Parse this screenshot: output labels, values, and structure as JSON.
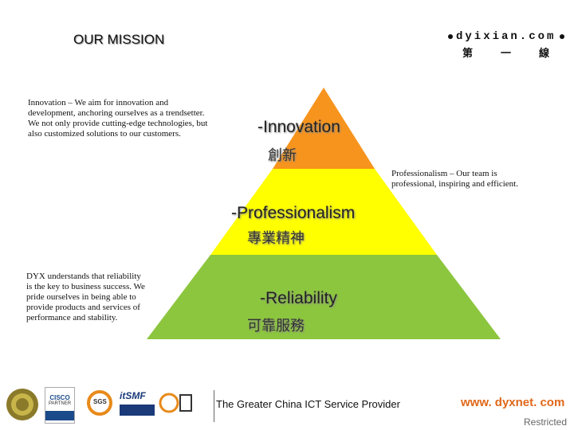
{
  "title": "OUR MISSION",
  "logo": {
    "text": "dyixian.com",
    "cn": [
      "第",
      "一",
      "線"
    ]
  },
  "descriptions": {
    "innovation": "Innovation – We aim for innovation and development, anchoring ourselves as a trendsetter. We not only provide cutting-edge technologies, but also customized solutions to our customers.",
    "professionalism": "Professionalism – Our team is professional, inspiring and efficient.",
    "reliability": "DYX understands that reliability is the key to business success. We pride ourselves in being able to provide products and services of performance and stability."
  },
  "pyramid": {
    "tiers": [
      {
        "label": "-Innovation",
        "cn": "創新",
        "color": "#f7941d"
      },
      {
        "label": "-Professionalism",
        "cn": "專業精神",
        "color": "#ffff00"
      },
      {
        "label": "-Reliability",
        "cn": "可靠服務",
        "color": "#8cc63e"
      }
    ]
  },
  "footer": {
    "tagline": "The Greater China ICT Service Provider",
    "website": "www. dyxnet. com",
    "restricted": "Restricted",
    "badges": {
      "cisco": "CISCO",
      "cisco_sub": "PARTNER",
      "itsmf": "itSMF",
      "sgs": "SGS"
    }
  },
  "colors": {
    "website": "#e0681a"
  }
}
